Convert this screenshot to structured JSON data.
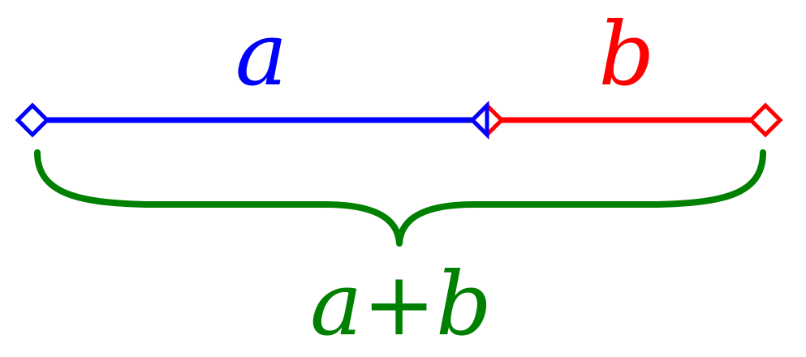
{
  "segments": {
    "a": {
      "label": "a",
      "color": "#0000ff"
    },
    "b": {
      "label": "b",
      "color": "#ff0000"
    }
  },
  "sum": {
    "label": "a+b",
    "color": "#008000"
  }
}
